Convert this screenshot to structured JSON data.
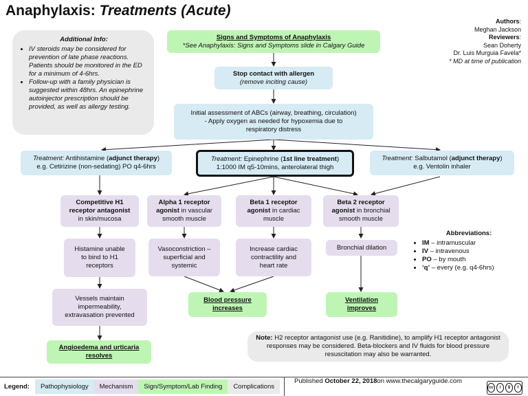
{
  "title": {
    "main": "Anaphylaxis:",
    "sub": "Treatments (Acute)"
  },
  "authors": {
    "authors_label": "Authors",
    "author1": "Meghan Jackson",
    "reviewers_label": "Reviewers",
    "reviewer1": "Sean Doherty",
    "reviewer2": "Dr. Luis Murguia Favela*",
    "footnote": "* MD at time of publication"
  },
  "additional_info": {
    "heading": "Additional Info:",
    "items": [
      "IV steroids may be considered for prevention of late phase reactions. Patients should be monitored in the ED for a minimum of 4-6hrs.",
      "Follow-up with a family physician is suggested within 48hrs. An epinephrine autoinjector prescription should be provided, as well as allergy testing."
    ]
  },
  "nodes": {
    "signs": {
      "line1": "Signs and Symptoms of Anaphylaxis",
      "line2": "*See Anaphylaxis: Signs and Symptoms slide in Calgary Guide"
    },
    "stop": {
      "line1": "Stop contact with allergen",
      "line2": "(remove inciting cause)"
    },
    "abc": {
      "line1": "Initial assessment of ABCs (airway, breathing, circulation)",
      "line2": "- Apply oxygen as needed for hypoxemia due to",
      "line3": "respiratory distress"
    },
    "antihistamine": {
      "prefix": "Treatment:",
      "drug": "Antihistamine (",
      "tag": "adjunct therapy",
      "close": ")",
      "line2": "e.g. Cetirizine (non-sedating) PO q4-6hrs"
    },
    "epinephrine": {
      "prefix": "Treatment:",
      "drug": "Epinephrine (",
      "tag": "1st line treatment",
      "close": ")",
      "line2": "1:1000 IM q5-10mins, anterolateral thigh"
    },
    "salbutamol": {
      "prefix": "Treatment:",
      "drug": "Salbutamol (",
      "tag": "adjunct therapy",
      "close": ")",
      "line2": "e.g. Ventolin inhaler"
    },
    "h1": {
      "bold1": "Competitive H1",
      "bold2": "receptor antagonist",
      "rest": "in skin/mucosa"
    },
    "alpha1": {
      "bold1": "Alpha 1 receptor",
      "bold2": "agonist",
      "rest1": " in vascular",
      "rest2": "smooth muscle"
    },
    "beta1": {
      "bold1": "Beta 1 receptor",
      "bold2": "agonist",
      "rest1": " in cardiac",
      "rest2": "muscle"
    },
    "beta2": {
      "bold1": "Beta 2 receptor",
      "bold2": "agonist",
      "rest1": " in bronchial",
      "rest2": "smooth muscle"
    },
    "histamine_unable": {
      "line1": "Histamine unable",
      "line2": "to bind to H1",
      "line3": "receptors"
    },
    "vasoconstriction": {
      "line1": "Vasoconstriction –",
      "line2": "superficial and",
      "line3": "systemic"
    },
    "cardiac": {
      "line1": "Increase cardiac",
      "line2": "contractility and",
      "line3": "heart rate"
    },
    "bronchial": {
      "line1": "Bronchial dilation"
    },
    "vessels": {
      "line1": "Vessels maintain",
      "line2": "impermeability,",
      "line3": "extravasation prevented"
    },
    "bp": {
      "line1": "Blood pressure",
      "line2": "increases"
    },
    "ventilation": {
      "line1": "Ventilation",
      "line2": "improves"
    },
    "angioedema": {
      "line1": "Angioedema and urticaria",
      "line2": "resolves"
    }
  },
  "abbreviations": {
    "heading": "Abbreviations:",
    "items": [
      {
        "term": "IM",
        "def": " – intramuscular"
      },
      {
        "term": "IV",
        "def": " – intravenous"
      },
      {
        "term": "PO",
        "def": " – by mouth"
      },
      {
        "term": "‘q’",
        "def": " – every (e.g. q4-6hrs)"
      }
    ]
  },
  "note": {
    "label": "Note:",
    "text": " H2 receptor antagonist use (e.g. Ranitidine), to amplify H1 receptor antagonist responses may be considered. Beta-blockers and IV fluids for blood pressure resuscitation may also be warranted."
  },
  "legend": {
    "label": "Legend:",
    "items": [
      "Pathophysiology",
      "Mechanism",
      "Sign/Symptom/Lab Finding",
      "Complications"
    ],
    "published_prefix": "Published ",
    "published_date": "October 22, 2018",
    "published_suffix": " on www.thecalgaryguide.com"
  },
  "colors": {
    "pathophysiology": "#d6ebf3",
    "mechanism": "#e5dded",
    "sign": "#bff5b4",
    "complications": "#eaeaea"
  }
}
